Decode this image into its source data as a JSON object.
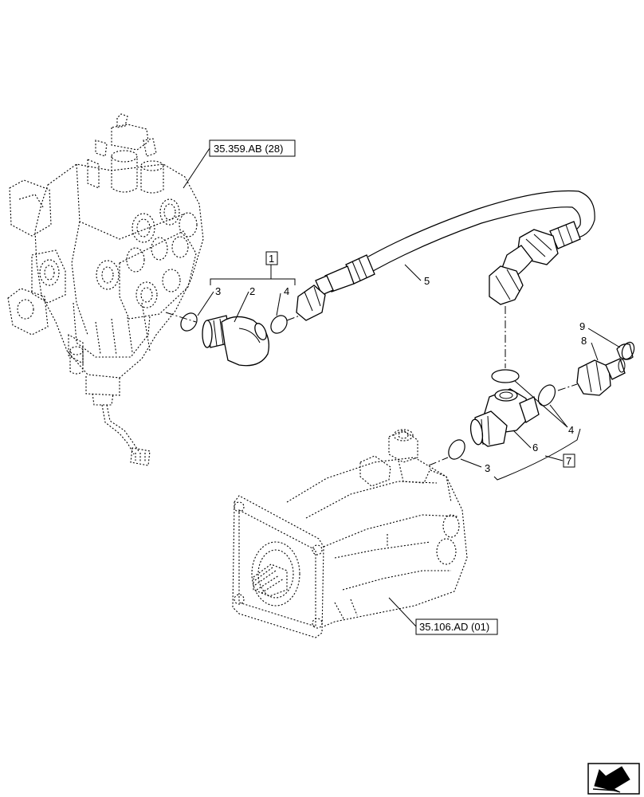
{
  "references": {
    "control_valve": "35.359.AB (28)",
    "pump": "35.106.AD (01)"
  },
  "kits": {
    "kit_1": "1",
    "kit_7": "7"
  },
  "item_numbers": {
    "o_ring_3_upper": "3",
    "elbow_2": "2",
    "o_ring_4_upper": "4",
    "hose_5": "5",
    "tee_6": "6",
    "o_ring_4_lower": "4",
    "o_ring_3_lower": "3",
    "adapter_8": "8",
    "cap_9": "9"
  },
  "icons": {
    "navigation": "next-page-arrow-icon"
  },
  "colors": {
    "line": "#000000",
    "background": "#ffffff"
  }
}
